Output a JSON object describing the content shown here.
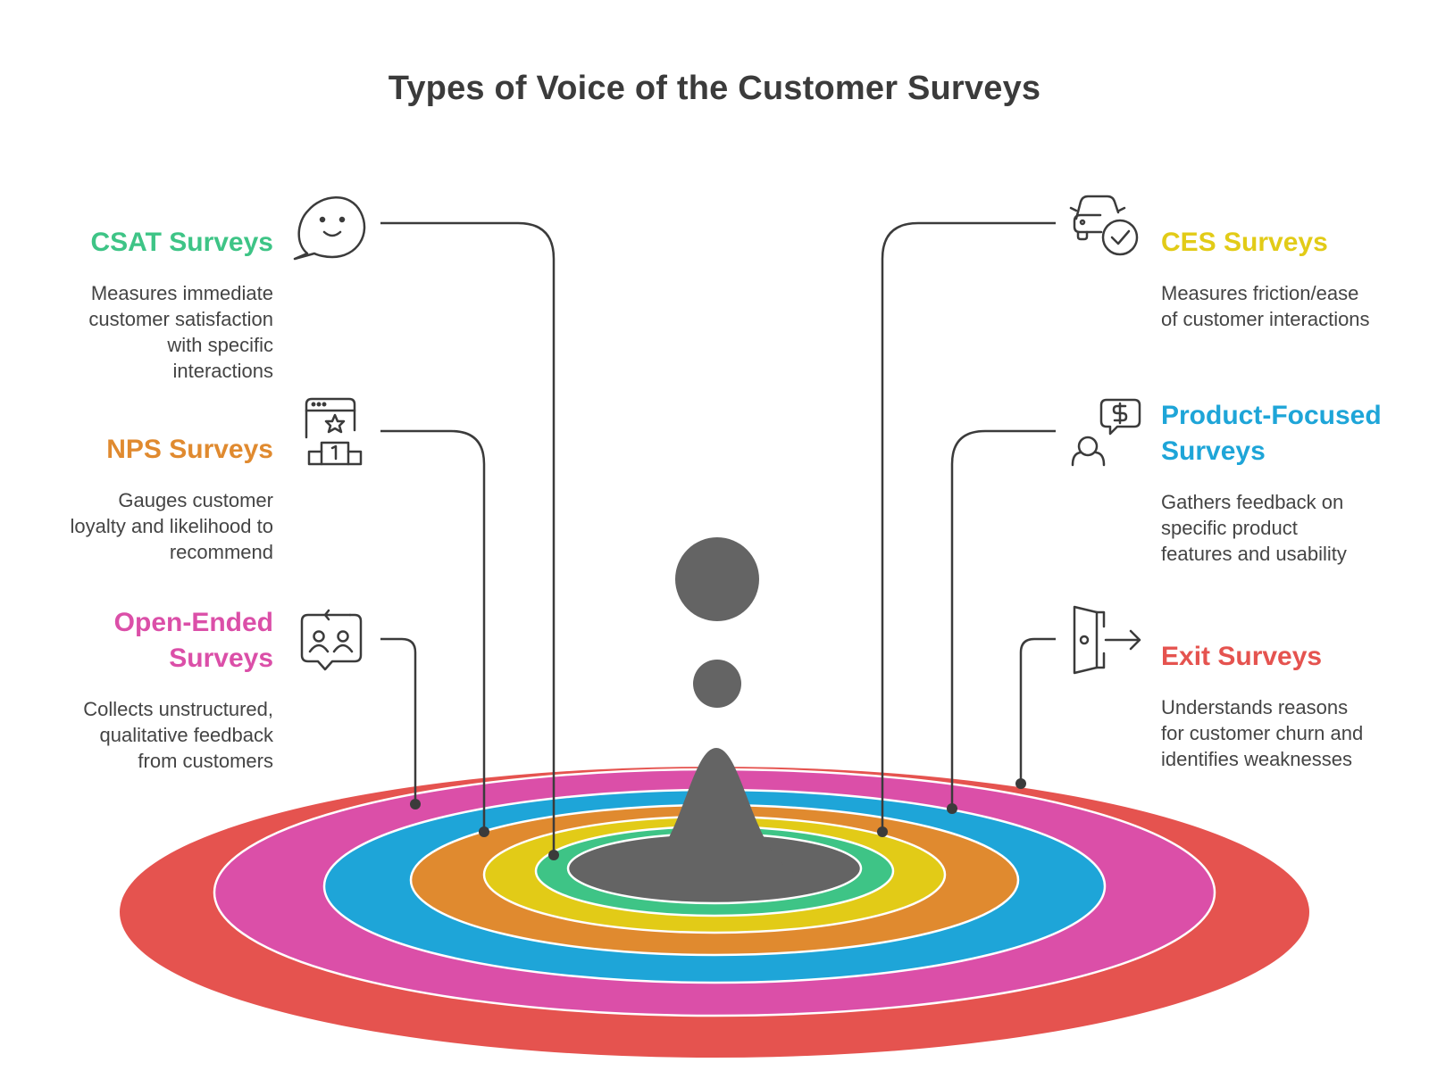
{
  "title": "Types of Voice of the Customer Surveys",
  "colors": {
    "csat": "#3ec486",
    "nps": "#e08a2f",
    "open_ended": "#db4fa8",
    "ces": "#e2cb17",
    "product": "#1ea5d8",
    "exit": "#e5534f",
    "core": "#646464",
    "line": "#3b3b3b"
  },
  "items": {
    "csat": {
      "heading": "CSAT Surveys",
      "desc": [
        "Measures immediate",
        "customer satisfaction",
        "with specific",
        "interactions"
      ],
      "icon": "smiling-speech-bubble-icon"
    },
    "nps": {
      "heading": "NPS Surveys",
      "desc": [
        "Gauges customer",
        "loyalty and likelihood to",
        "recommend"
      ],
      "icon": "star-rating-podium-icon"
    },
    "open_ended": {
      "heading": [
        "Open-Ended",
        "Surveys"
      ],
      "desc": [
        "Collects unstructured,",
        "qualitative feedback",
        "from customers"
      ],
      "icon": "people-conversation-icon"
    },
    "ces": {
      "heading": "CES Surveys",
      "desc": [
        "Measures friction/ease",
        "of customer interactions"
      ],
      "icon": "car-checkmark-icon"
    },
    "product": {
      "heading": [
        "Product-Focused",
        "Surveys"
      ],
      "desc": [
        "Gathers feedback on",
        "specific product",
        "features and usability"
      ],
      "icon": "user-dollar-bubble-icon"
    },
    "exit": {
      "heading": "Exit Surveys",
      "desc": [
        "Understands reasons",
        "for customer churn and",
        "identifies weaknesses"
      ],
      "icon": "exit-door-icon"
    }
  }
}
